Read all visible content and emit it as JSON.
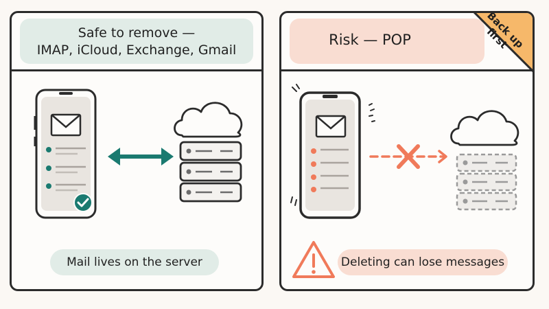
{
  "left_panel": {
    "title_line1": "Safe to remove —",
    "title_line2": "IMAP, iCloud, Exchange, Gmail",
    "caption": "Mail lives on the server",
    "accent_color": "#1a7a70",
    "header_color": "#e1ece7"
  },
  "right_panel": {
    "title": "Risk — POP",
    "badge_line1": "Back up",
    "badge_line2": "first",
    "caption": "Deleting can lose messages",
    "accent_color": "#f07a5a",
    "header_color": "#f9ddd2",
    "badge_color": "#f6b86a"
  },
  "icons": [
    "phone-icon",
    "envelope-icon",
    "check-icon",
    "cloud-icon",
    "server-icon",
    "double-arrow-icon",
    "x-icon",
    "warning-icon"
  ]
}
